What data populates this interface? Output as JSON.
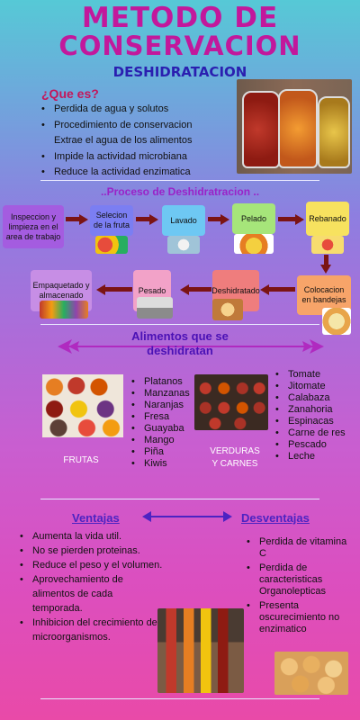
{
  "header": {
    "title_line1": "METODO DE",
    "title_line2": "CONSERVACION",
    "subtitle": "DESHIDRATACION"
  },
  "definition": {
    "heading": "¿Que es?",
    "items": [
      "Perdida de agua y solutos",
      "Procedimiento de conservacion",
      "Extrae el agua de  los alimentos",
      "Impide la actividad microbiana",
      "Reduce la actividad enzimatica"
    ]
  },
  "process": {
    "heading": "..Proceso de Deshidratracion ..",
    "steps": [
      {
        "label": "Inspeccion y limpieza en el area de trabajo",
        "color": "#a45ce0"
      },
      {
        "label": "Selecion de la fruta",
        "color": "#7b7ef2"
      },
      {
        "label": "Lavado",
        "color": "#6ec8f3"
      },
      {
        "label": "Pelado",
        "color": "#a6e57a"
      },
      {
        "label": "Rebanado",
        "color": "#f7e25f"
      },
      {
        "label": "Colocacion en bandejas",
        "color": "#f7a469"
      },
      {
        "label": "Deshidratado",
        "color": "#ef7d7d"
      },
      {
        "label": "Pesado",
        "color": "#f2a2c8"
      },
      {
        "label": "Empaquetado y almacenado",
        "color": "#c78ee5"
      }
    ]
  },
  "foods": {
    "heading": "Alimentos que se deshidratan",
    "fruits": [
      "Platanos",
      "Manzanas",
      "Naranjas",
      "Fresa",
      "Guayaba",
      "Mango",
      "Piña",
      "Kiwis"
    ],
    "fruits_caption": "FRUTAS",
    "others": [
      "Tomate",
      "Jitomate",
      "Calabaza",
      "Zanahoria",
      "Espinacas",
      "Carne de res",
      "Pescado",
      "Leche"
    ],
    "others_caption_1": "VERDURAS",
    "others_caption_2": "Y CARNES"
  },
  "pros_cons": {
    "pros_heading": "Ventajas",
    "cons_heading": "Desventajas",
    "pros": [
      "Aumenta la vida util.",
      "No se pierden proteinas.",
      "Reduce el peso y el volumen.",
      "Aprovechamiento de alimentos de cada temporada.",
      "Inhibicion del crecimiento de microorganismos."
    ],
    "cons": [
      "Perdida de vitamina C",
      "Perdida de caracteristicas Organolepticas",
      "Presenta oscurecimiento no enzimatico"
    ]
  },
  "colors": {
    "title": "#c2189c",
    "subtitle": "#2a1fb0",
    "arrow": "#7b1414",
    "double_arrow": "#b02ac0"
  }
}
